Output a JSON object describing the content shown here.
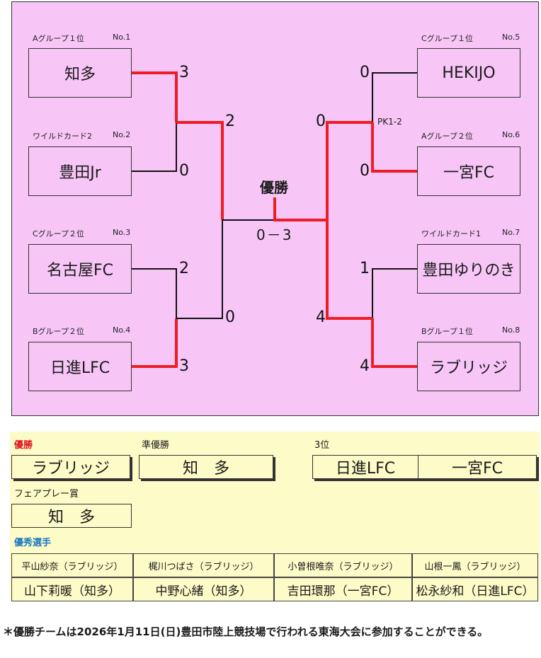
{
  "bracket": {
    "left_teams": [
      {
        "seed": "Aグループ１位",
        "no": "No.1",
        "name": "知多",
        "score": "3"
      },
      {
        "seed": "ワイルドカード2",
        "no": "No.2",
        "name": "豊田Jr",
        "score": "0"
      },
      {
        "seed": "Cグループ２位",
        "no": "No.3",
        "name": "名古屋FC",
        "score": "2"
      },
      {
        "seed": "Bグループ２位",
        "no": "No.4",
        "name": "日進LFC",
        "score": "3"
      }
    ],
    "right_teams": [
      {
        "seed": "Cグループ１位",
        "no": "No.5",
        "name": "HEKIJO",
        "score": "0"
      },
      {
        "seed": "Aグループ２位",
        "no": "No.6",
        "name": "一宮FC",
        "score": "0"
      },
      {
        "seed": "ワイルドカード1",
        "no": "No.7",
        "name": "豊田ゆりのき",
        "score": "1"
      },
      {
        "seed": "Bグループ１位",
        "no": "No.8",
        "name": "ラブリッジ",
        "score": "4"
      }
    ],
    "semi_scores": {
      "left_top": "2",
      "left_bottom": "0",
      "right_top": "0",
      "right_bottom": "4"
    },
    "pk_note": "PK1-2",
    "final_title": "優勝",
    "final_score": "0－3",
    "line_color": "#111111",
    "winner_color": "#ee1c24"
  },
  "results": {
    "champion_label": "優勝",
    "champion": "ラブリッジ",
    "runner_up_label": "準優勝",
    "runner_up": "知　多",
    "third_label": "3位",
    "third": [
      "日進LFC",
      "一宮FC"
    ],
    "fair_play_label": "フェアプレー賞",
    "fair_play": "知　多",
    "mvp_label": "優秀選手",
    "players_row1": [
      "平山紗奈（ラブリッジ）",
      "梶川つばさ（ラブリッジ）",
      "小曽根唯奈（ラブリッジ）",
      "山根一鳳（ラブリッジ）"
    ],
    "players_row2": [
      "山下莉暖（知多）",
      "中野心緒（知多）",
      "吉田環那（一宮FC）",
      "松永紗和（日進LFC）"
    ]
  },
  "footnote": "＊優勝チームは2026年1月11日(日)豊田市陸上競技場で行われる東海大会に参加することができる。"
}
